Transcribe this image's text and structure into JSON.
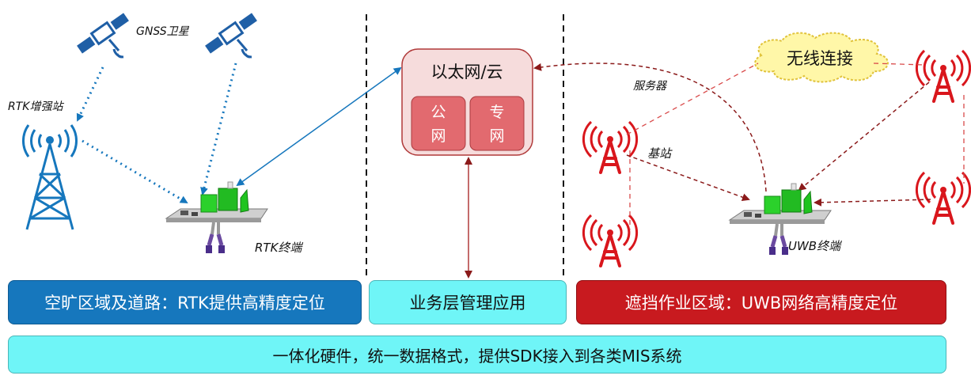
{
  "labels": {
    "gnss": "GNSS卫星",
    "rtk_station": "RTK增强站",
    "rtk_terminal": "RTK终端",
    "cloud": "以太网/云",
    "public_net": "公\n网",
    "private_net": "专\n网",
    "server": "服务器",
    "wireless": "无线连接",
    "base_station": "基站",
    "uwb_terminal": "UWB终端"
  },
  "boxes": {
    "left": "空旷区域及道路：RTK提供高精度定位",
    "middle": "业务层管理应用",
    "right": "遮挡作业区域：UWB网络高精度定位",
    "bottom": "一体化硬件，统一数据格式，提供SDK接入到各类MIS系统"
  },
  "colors": {
    "blue": "#1677bd",
    "red": "#c81a1f",
    "cyan": "#6ff5f7",
    "cloud_fill": "#f6dcdc",
    "net_fill": "#e26a6f",
    "dark_red_line": "#8b1a1a"
  },
  "icons": [
    "satellite-icon",
    "satellite-icon",
    "rtk-tower-icon",
    "rtk-terminal-icon",
    "uwb-terminal-icon",
    "uwb-base-station-icon",
    "cloud-icon"
  ]
}
